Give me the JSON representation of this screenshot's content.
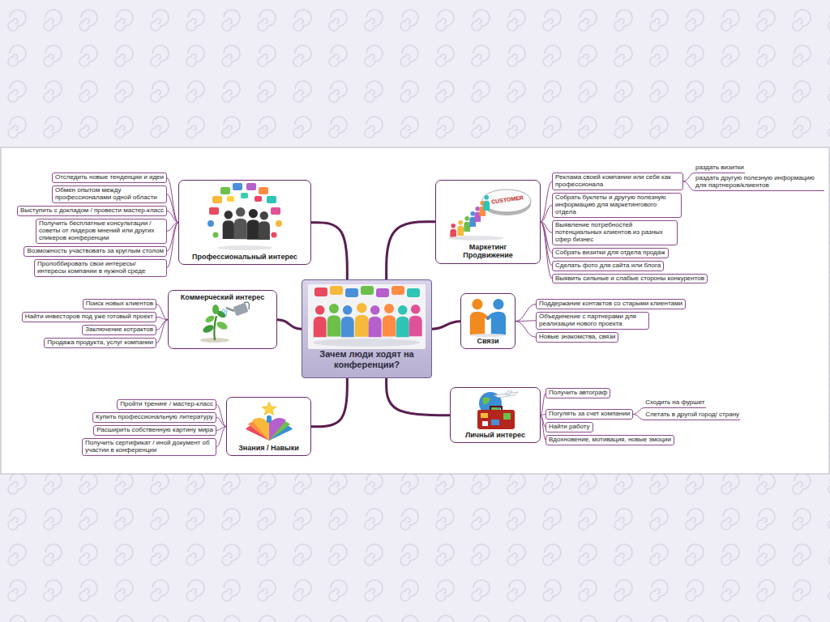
{
  "diagram": {
    "nodes": [
      {
        "text": [
          "Зачем люди ходят на конференции?"
        ]
      },
      {
        "text": [
          "Профессиональный интерес"
        ]
      },
      {
        "text": [
          "Отследить новые тенденции и идеи"
        ]
      },
      {
        "text": [
          "Обмен опытом между профессионалами одной области"
        ]
      },
      {
        "text": [
          "Выступить с докладом / провести мастер-класс"
        ]
      },
      {
        "text": [
          "Получить бесплатные консультации / советы от лидеров мнений или других спикеров конференции"
        ]
      },
      {
        "text": [
          "Возможность участвовать за круглым столом"
        ]
      },
      {
        "text": [
          "Пролоббировать свои интересы/интересы компании в нужной среде"
        ]
      },
      {
        "text": [
          "Маркетинг Продвижение"
        ]
      },
      {
        "text": [
          "Реклама своей компании или себя как профессионала"
        ]
      },
      {
        "text": [
          "раздать визитки"
        ]
      },
      {
        "text": [
          "раздать другую полезную информацию для партнеров/клиентов"
        ]
      },
      {
        "text": [
          "Собрать буклеты и другую полезную информацию для маркетингового отдела"
        ]
      },
      {
        "text": [
          "Выявление потребностей потенциальных клиентов из разных сфер бизнес"
        ]
      },
      {
        "text": [
          "Собрать визитки для отдела продаж"
        ]
      },
      {
        "text": [
          "Сделать фото для сайта или блога"
        ]
      },
      {
        "text": [
          "Выявить сильные и слабые стороны конкурентов"
        ]
      },
      {
        "text": [
          "Коммерческий интерес"
        ]
      },
      {
        "text": [
          "Поиск новых клиентов"
        ]
      },
      {
        "text": [
          "Найти инвесторов под уже готовый проект"
        ]
      },
      {
        "text": [
          "Заключение котрактов"
        ]
      },
      {
        "text": [
          "Продажа продукта, услуг компании"
        ]
      },
      {
        "text": [
          "Связи"
        ]
      },
      {
        "text": [
          "Поддержание контактов со старыми клиентами"
        ]
      },
      {
        "text": [
          "Объединение с партнерами для реализации нового проекта"
        ]
      },
      {
        "text": [
          "Новые знакомства, связи"
        ]
      },
      {
        "text": [
          "Знания / Навыки"
        ]
      },
      {
        "text": [
          "Пройти тренинг / мастер-класс"
        ]
      },
      {
        "text": [
          "Купить профессиональную литературу"
        ]
      },
      {
        "text": [
          "Расширить собственную картину мира"
        ]
      },
      {
        "text": [
          "Получить сертификат / иной документ об участии в конференции"
        ]
      },
      {
        "text": [
          "Личный интерес"
        ]
      },
      {
        "text": [
          "Получить автограф"
        ]
      },
      {
        "text": [
          "Погулять за счет компании"
        ]
      },
      {
        "text": [
          "Сходить на фуршет"
        ]
      },
      {
        "text": [
          "Слетать в другой город/ страну"
        ]
      },
      {
        "text": [
          "Найти работу"
        ]
      },
      {
        "text": [
          "Вдохновение, мотивация, новые эмоции"
        ]
      }
    ],
    "edges": [
      {
        "from": 0,
        "to": 1,
        "arrow": "none"
      },
      {
        "from": 1,
        "to": 2,
        "arrow": "none"
      },
      {
        "from": 1,
        "to": 3,
        "arrow": "none"
      },
      {
        "from": 1,
        "to": 4,
        "arrow": "none"
      },
      {
        "from": 1,
        "to": 5,
        "arrow": "none"
      },
      {
        "from": 1,
        "to": 6,
        "arrow": "none"
      },
      {
        "from": 1,
        "to": 7,
        "arrow": "none"
      },
      {
        "from": 0,
        "to": 8,
        "arrow": "none"
      },
      {
        "from": 8,
        "to": 9,
        "arrow": "none"
      },
      {
        "from": 9,
        "to": 10,
        "arrow": "none"
      },
      {
        "from": 9,
        "to": 11,
        "arrow": "none"
      },
      {
        "from": 8,
        "to": 12,
        "arrow": "none"
      },
      {
        "from": 8,
        "to": 13,
        "arrow": "none"
      },
      {
        "from": 8,
        "to": 14,
        "arrow": "none"
      },
      {
        "from": 8,
        "to": 15,
        "arrow": "none"
      },
      {
        "from": 8,
        "to": 16,
        "arrow": "none"
      },
      {
        "from": 0,
        "to": 17,
        "arrow": "none"
      },
      {
        "from": 17,
        "to": 18,
        "arrow": "none"
      },
      {
        "from": 17,
        "to": 19,
        "arrow": "none"
      },
      {
        "from": 17,
        "to": 20,
        "arrow": "none"
      },
      {
        "from": 17,
        "to": 21,
        "arrow": "none"
      },
      {
        "from": 0,
        "to": 22,
        "arrow": "none"
      },
      {
        "from": 22,
        "to": 23,
        "arrow": "none"
      },
      {
        "from": 22,
        "to": 24,
        "arrow": "none"
      },
      {
        "from": 22,
        "to": 25,
        "arrow": "none"
      },
      {
        "from": 0,
        "to": 26,
        "arrow": "none"
      },
      {
        "from": 26,
        "to": 27,
        "arrow": "none"
      },
      {
        "from": 26,
        "to": 28,
        "arrow": "none"
      },
      {
        "from": 26,
        "to": 29,
        "arrow": "none"
      },
      {
        "from": 26,
        "to": 30,
        "arrow": "none"
      },
      {
        "from": 0,
        "to": 31,
        "arrow": "none"
      },
      {
        "from": 31,
        "to": 32,
        "arrow": "none"
      },
      {
        "from": 31,
        "to": 33,
        "arrow": "none"
      },
      {
        "from": 33,
        "to": 34,
        "arrow": "none"
      },
      {
        "from": 33,
        "to": 35,
        "arrow": "none"
      },
      {
        "from": 31,
        "to": 36,
        "arrow": "none"
      },
      {
        "from": 31,
        "to": 37,
        "arrow": "none"
      }
    ],
    "labels": [
      "CUSTOMER"
    ]
  }
}
